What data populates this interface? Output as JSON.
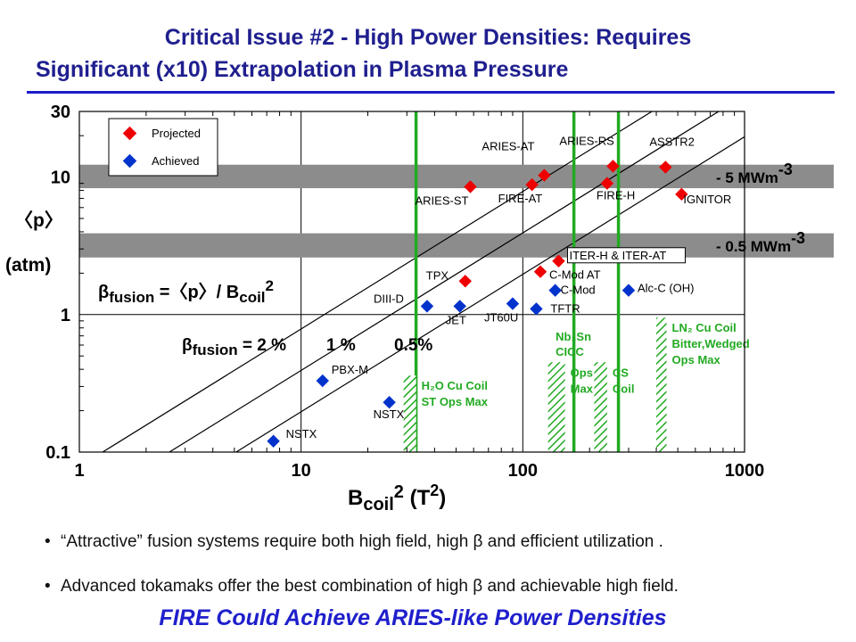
{
  "page": {
    "title_line1": "Critical Issue #2 - High Power Densities: Requires",
    "title_line2": "Significant (x10) Extrapolation in Plasma Pressure",
    "bullets": [
      "“Attractive” fusion systems require both high field, high  β and efficient utilization .",
      "Advanced tokamaks offer the best combination of high  β and achievable high field."
    ],
    "footer": "FIRE Could Achieve ARIES-like Power Densities",
    "colors": {
      "title": "#1f1f8f",
      "footer": "#1f1fcc",
      "rule": "#1c1ccc"
    }
  },
  "chart_data": {
    "type": "scatter",
    "xscale": "log",
    "yscale": "log",
    "xlim": [
      1,
      1000
    ],
    "ylim": [
      0.1,
      30
    ],
    "xticks": [
      1,
      10,
      100,
      1000
    ],
    "yticks": [
      0.1,
      1,
      10,
      30
    ],
    "xticklabels": [
      "1",
      "10",
      "100",
      "1000"
    ],
    "yticklabels": [
      "0.1",
      "1",
      "10",
      "30"
    ],
    "ylabel_line1": "〈p〉",
    "ylabel_line2": "(atm)",
    "xlabel": {
      "base": "B",
      "sub": "coil",
      "sup": "2",
      "unit": "(T",
      "unit_sup": "2",
      "unit_close": ")"
    },
    "grid": true,
    "legend": {
      "placement": "top-left",
      "entries": [
        {
          "label": "Projected",
          "color": "#ee0000"
        },
        {
          "label": "Achieved",
          "color": "#0033cc"
        }
      ]
    },
    "series": [
      {
        "name": "Projected",
        "color": "#ee0000",
        "points": [
          {
            "label": "ARIES-ST",
            "x": 58,
            "y": 8.5
          },
          {
            "label": "FIRE-AT",
            "x": 110,
            "y": 8.8
          },
          {
            "label": "ARIES-AT",
            "x": 125,
            "y": 10.3
          },
          {
            "label": "FIRE-H",
            "x": 240,
            "y": 9.0
          },
          {
            "label": "ARIES-RS",
            "x": 255,
            "y": 12.0
          },
          {
            "label": "ASSTR2",
            "x": 440,
            "y": 11.8
          },
          {
            "label": "IGNITOR",
            "x": 520,
            "y": 7.5
          },
          {
            "label": "TPX",
            "x": 55,
            "y": 1.75
          },
          {
            "label": "C-Mod AT",
            "x": 120,
            "y": 2.05
          },
          {
            "label": "ITER-H & ITER-AT",
            "x": 145,
            "y": 2.45
          }
        ]
      },
      {
        "name": "Achieved",
        "color": "#0033cc",
        "points": [
          {
            "label": "NSTX",
            "x": 7.5,
            "y": 0.12
          },
          {
            "label": "PBX-M",
            "x": 12.5,
            "y": 0.33
          },
          {
            "label": "NSTX",
            "x": 25,
            "y": 0.23
          },
          {
            "label": "DIII-D",
            "x": 37,
            "y": 1.15
          },
          {
            "label": "JET",
            "x": 52,
            "y": 1.15
          },
          {
            "label": "JT60U",
            "x": 90,
            "y": 1.2
          },
          {
            "label": "TFTR",
            "x": 115,
            "y": 1.1
          },
          {
            "label": "C-Mod",
            "x": 140,
            "y": 1.5
          },
          {
            "label": "Alc-C (OH)",
            "x": 300,
            "y": 1.5
          }
        ]
      }
    ],
    "beta_lines": [
      {
        "label": "2 %",
        "beta": 0.02
      },
      {
        "label": "1 %",
        "beta": 0.01
      },
      {
        "label": "0.5%",
        "beta": 0.005
      }
    ],
    "beta_label": {
      "prefix": "β",
      "sub": "fusion",
      "eq": "= ",
      "first": "2 %"
    },
    "beta_formula": {
      "prefix": "β",
      "sub": "fusion",
      "eq": " =〈p〉/ B",
      "sub2": "coil",
      "sup": "2"
    },
    "power_bands": [
      {
        "label": "- 5 MWm",
        "sup": "-3",
        "ymin": 8.3,
        "ymax": 12.3,
        "color": "#8c8c8c"
      },
      {
        "label": "- 0.5 MWm",
        "sup": "-3",
        "ymin": 2.6,
        "ymax": 3.9,
        "color": "#8c8c8c"
      }
    ],
    "green_lines": [
      {
        "x": 33,
        "color": "#22aa22"
      },
      {
        "x": 170,
        "color": "#22aa22"
      },
      {
        "x": 270,
        "color": "#22aa22"
      }
    ],
    "limit_regions": [
      {
        "x1": 29,
        "x2": 33,
        "ytop": 0.36,
        "lines": [
          "H₂O Cu Coil",
          "ST Ops Max"
        ]
      },
      {
        "x1": 130,
        "x2": 155,
        "ytop": 0.45,
        "lines": [
          "Ops",
          "Max"
        ]
      },
      {
        "x1": 210,
        "x2": 240,
        "ytop": 0.45,
        "lines": [
          "CS",
          "Coil"
        ]
      },
      {
        "x1": 400,
        "x2": 445,
        "ytop": 0.95,
        "lines": [
          "LN₂ Cu Coil",
          "Bitter,Wedged",
          "Ops Max"
        ]
      }
    ],
    "annotations": [
      {
        "lines": [
          "Nb₃Sn",
          "CICC"
        ],
        "x": 160,
        "y": 0.48
      }
    ],
    "colors": {
      "projected": "#ee0000",
      "achieved": "#0033cc",
      "limits": "#22aa22",
      "bands": "#8c8c8c"
    }
  }
}
